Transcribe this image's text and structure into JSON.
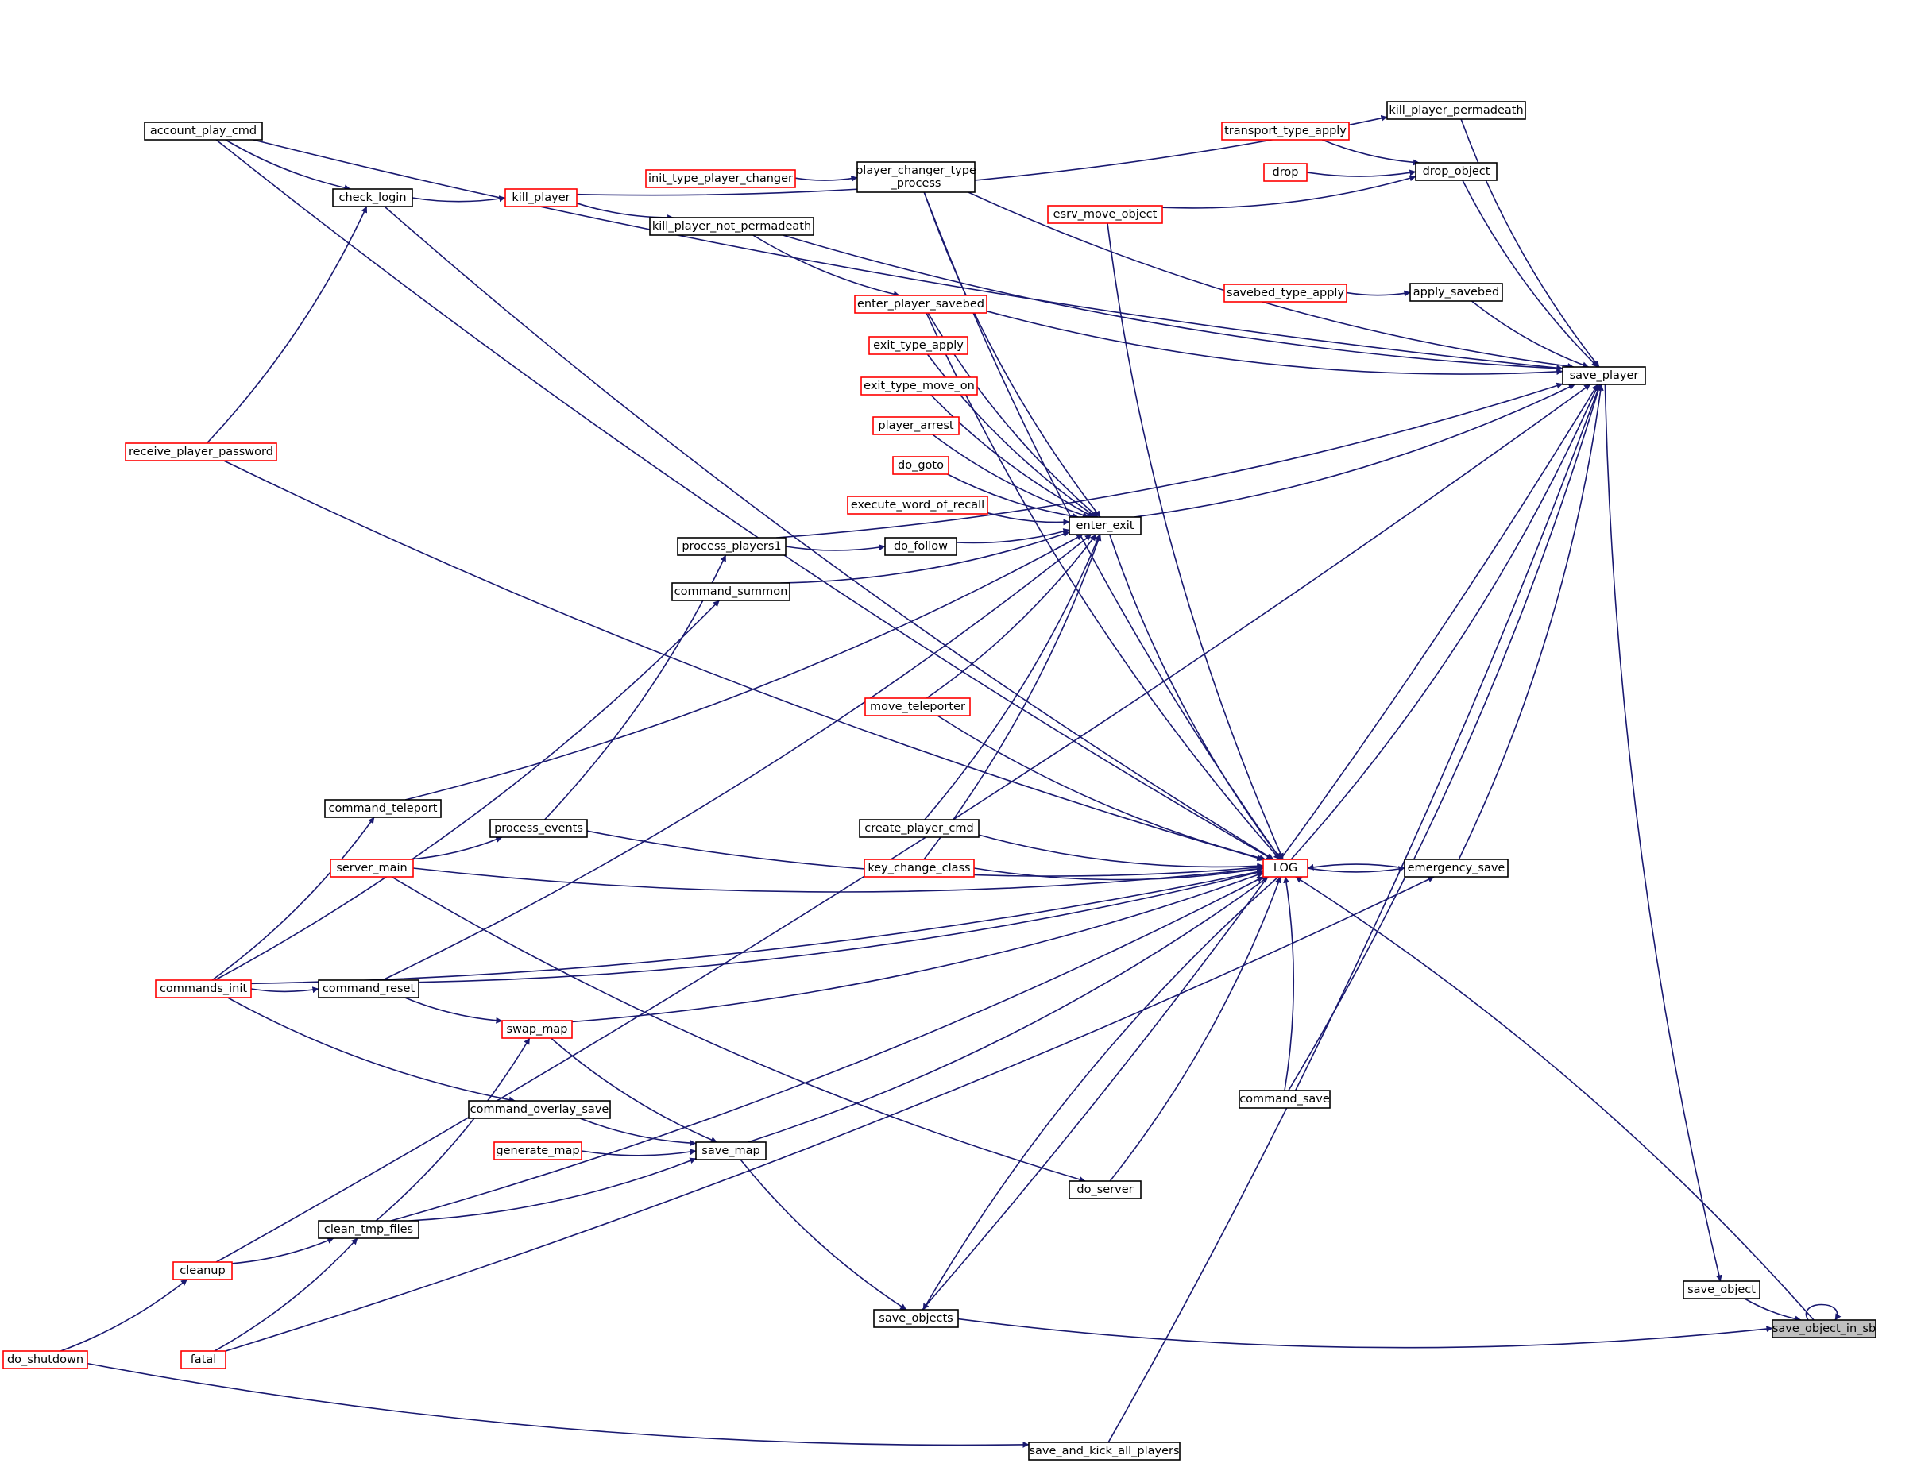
{
  "graph": {
    "focus": "save_object_in_sb",
    "edge_color": "#191970",
    "border_colors": {
      "normal": "#000000",
      "incomplete": "#ff0000"
    },
    "nodes": [
      {
        "id": "save_object_in_sb",
        "label": "save_object_in_sb",
        "style": "current"
      },
      {
        "id": "save_object",
        "label": "save_object",
        "style": "black"
      },
      {
        "id": "save_player",
        "label": "save_player",
        "style": "black"
      },
      {
        "id": "LOG",
        "label": "LOG",
        "style": "red"
      },
      {
        "id": "emergency_save",
        "label": "emergency_save",
        "style": "black"
      },
      {
        "id": "save_objects",
        "label": "save_objects",
        "style": "black"
      },
      {
        "id": "save_and_kick_all_players",
        "label": "save_and_kick_all_players",
        "style": "black"
      },
      {
        "id": "do_shutdown",
        "label": "do_shutdown",
        "style": "red"
      },
      {
        "id": "fatal",
        "label": "fatal",
        "style": "red"
      },
      {
        "id": "cleanup",
        "label": "cleanup",
        "style": "red"
      },
      {
        "id": "clean_tmp_files",
        "label": "clean_tmp_files",
        "style": "black"
      },
      {
        "id": "save_map",
        "label": "save_map",
        "style": "black"
      },
      {
        "id": "generate_map",
        "label": "generate_map",
        "style": "red"
      },
      {
        "id": "command_overlay_save",
        "label": "command_overlay_save",
        "style": "black"
      },
      {
        "id": "swap_map",
        "label": "swap_map",
        "style": "red"
      },
      {
        "id": "command_reset",
        "label": "command_reset",
        "style": "black"
      },
      {
        "id": "commands_init",
        "label": "commands_init",
        "style": "red"
      },
      {
        "id": "command_teleport",
        "label": "command_teleport",
        "style": "black"
      },
      {
        "id": "command_summon",
        "label": "command_summon",
        "style": "black"
      },
      {
        "id": "server_main",
        "label": "server_main",
        "style": "red"
      },
      {
        "id": "process_events",
        "label": "process_events",
        "style": "black"
      },
      {
        "id": "process_players1",
        "label": "process_players1",
        "style": "black"
      },
      {
        "id": "do_follow",
        "label": "do_follow",
        "style": "black"
      },
      {
        "id": "enter_exit",
        "label": "enter_exit",
        "style": "black"
      },
      {
        "id": "execute_word_of_recall",
        "label": "execute_word_of_recall",
        "style": "red"
      },
      {
        "id": "do_goto",
        "label": "do_goto",
        "style": "red"
      },
      {
        "id": "player_arrest",
        "label": "player_arrest",
        "style": "red"
      },
      {
        "id": "exit_type_move_on",
        "label": "exit_type_move_on",
        "style": "red"
      },
      {
        "id": "exit_type_apply",
        "label": "exit_type_apply",
        "style": "red"
      },
      {
        "id": "enter_player_savebed",
        "label": "enter_player_savebed",
        "style": "red"
      },
      {
        "id": "kill_player_not_permadeath",
        "label": "kill_player_not_permadeath",
        "style": "black"
      },
      {
        "id": "kill_player",
        "label": "kill_player",
        "style": "red"
      },
      {
        "id": "check_login",
        "label": "check_login",
        "style": "black"
      },
      {
        "id": "account_play_cmd",
        "label": "account_play_cmd",
        "style": "black"
      },
      {
        "id": "receive_player_password",
        "label": "receive_player_password",
        "style": "red"
      },
      {
        "id": "init_type_player_changer",
        "label": "init_type_player_changer",
        "style": "red"
      },
      {
        "id": "player_changer_type_process",
        "label": "player_changer_type\n_process",
        "style": "black"
      },
      {
        "id": "move_teleporter",
        "label": "move_teleporter",
        "style": "red"
      },
      {
        "id": "create_player_cmd",
        "label": "create_player_cmd",
        "style": "black"
      },
      {
        "id": "key_change_class",
        "label": "key_change_class",
        "style": "red"
      },
      {
        "id": "esrv_move_object",
        "label": "esrv_move_object",
        "style": "red"
      },
      {
        "id": "transport_type_apply",
        "label": "transport_type_apply",
        "style": "red"
      },
      {
        "id": "drop",
        "label": "drop",
        "style": "red"
      },
      {
        "id": "drop_object",
        "label": "drop_object",
        "style": "black"
      },
      {
        "id": "kill_player_permadeath",
        "label": "kill_player_permadeath",
        "style": "black"
      },
      {
        "id": "savebed_type_apply",
        "label": "savebed_type_apply",
        "style": "red"
      },
      {
        "id": "apply_savebed",
        "label": "apply_savebed",
        "style": "black"
      },
      {
        "id": "command_save",
        "label": "command_save",
        "style": "black"
      },
      {
        "id": "do_server",
        "label": "do_server",
        "style": "black"
      }
    ],
    "edges": [
      [
        "save_object",
        "save_object_in_sb"
      ],
      [
        "save_objects",
        "save_object_in_sb"
      ],
      [
        "save_object_in_sb",
        "save_object_in_sb"
      ],
      [
        "save_player",
        "save_object"
      ],
      [
        "save_map",
        "save_objects"
      ],
      [
        "LOG",
        "save_objects"
      ],
      [
        "do_shutdown",
        "save_and_kick_all_players"
      ],
      [
        "save_and_kick_all_players",
        "save_player"
      ],
      [
        "fatal",
        "clean_tmp_files"
      ],
      [
        "cleanup",
        "clean_tmp_files"
      ],
      [
        "do_shutdown",
        "cleanup"
      ],
      [
        "clean_tmp_files",
        "swap_map"
      ],
      [
        "clean_tmp_files",
        "save_map"
      ],
      [
        "generate_map",
        "save_map"
      ],
      [
        "command_overlay_save",
        "save_map"
      ],
      [
        "swap_map",
        "save_map"
      ],
      [
        "command_reset",
        "swap_map"
      ],
      [
        "commands_init",
        "command_reset"
      ],
      [
        "commands_init",
        "command_overlay_save"
      ],
      [
        "commands_init",
        "command_teleport"
      ],
      [
        "commands_init",
        "command_summon"
      ],
      [
        "server_main",
        "process_events"
      ],
      [
        "process_events",
        "process_players1"
      ],
      [
        "process_players1",
        "do_follow"
      ],
      [
        "do_follow",
        "enter_exit"
      ],
      [
        "command_teleport",
        "enter_exit"
      ],
      [
        "command_summon",
        "enter_exit"
      ],
      [
        "command_reset",
        "enter_exit"
      ],
      [
        "execute_word_of_recall",
        "enter_exit"
      ],
      [
        "do_goto",
        "enter_exit"
      ],
      [
        "player_arrest",
        "enter_exit"
      ],
      [
        "exit_type_move_on",
        "enter_exit"
      ],
      [
        "exit_type_apply",
        "enter_exit"
      ],
      [
        "enter_player_savebed",
        "enter_exit"
      ],
      [
        "move_teleporter",
        "enter_exit"
      ],
      [
        "create_player_cmd",
        "enter_exit"
      ],
      [
        "key_change_class",
        "enter_exit"
      ],
      [
        "player_changer_type_process",
        "enter_exit"
      ],
      [
        "enter_exit",
        "save_player"
      ],
      [
        "kill_player_not_permadeath",
        "enter_player_savebed"
      ],
      [
        "kill_player",
        "kill_player_not_permadeath"
      ],
      [
        "check_login",
        "kill_player"
      ],
      [
        "account_play_cmd",
        "check_login"
      ],
      [
        "receive_player_password",
        "check_login"
      ],
      [
        "init_type_player_changer",
        "player_changer_type_process"
      ],
      [
        "account_play_cmd",
        "save_player"
      ],
      [
        "kill_player",
        "kill_player_permadeath"
      ],
      [
        "kill_player_permadeath",
        "save_player"
      ],
      [
        "transport_type_apply",
        "drop_object"
      ],
      [
        "drop",
        "drop_object"
      ],
      [
        "esrv_move_object",
        "drop_object"
      ],
      [
        "drop_object",
        "save_player"
      ],
      [
        "player_changer_type_process",
        "save_player"
      ],
      [
        "kill_player_not_permadeath",
        "save_player"
      ],
      [
        "savebed_type_apply",
        "apply_savebed"
      ],
      [
        "apply_savebed",
        "save_player"
      ],
      [
        "enter_player_savebed",
        "save_player"
      ],
      [
        "process_players1",
        "save_player"
      ],
      [
        "LOG",
        "save_player"
      ],
      [
        "emergency_save",
        "save_player"
      ],
      [
        "command_save",
        "save_player"
      ],
      [
        "cleanup",
        "save_player"
      ],
      [
        "emergency_save",
        "LOG"
      ],
      [
        "LOG",
        "emergency_save"
      ],
      [
        "fatal",
        "emergency_save"
      ],
      [
        "command_reset",
        "LOG"
      ],
      [
        "swap_map",
        "LOG"
      ],
      [
        "save_map",
        "LOG"
      ],
      [
        "clean_tmp_files",
        "LOG"
      ],
      [
        "commands_init",
        "LOG"
      ],
      [
        "command_save",
        "LOG"
      ],
      [
        "do_server",
        "LOG"
      ],
      [
        "server_main",
        "do_server"
      ],
      [
        "server_main",
        "LOG"
      ],
      [
        "process_events",
        "LOG"
      ],
      [
        "key_change_class",
        "LOG"
      ],
      [
        "create_player_cmd",
        "LOG"
      ],
      [
        "move_teleporter",
        "LOG"
      ],
      [
        "receive_player_password",
        "LOG"
      ],
      [
        "check_login",
        "LOG"
      ],
      [
        "account_play_cmd",
        "LOG"
      ],
      [
        "enter_player_savebed",
        "LOG"
      ],
      [
        "player_changer_type_process",
        "LOG"
      ],
      [
        "esrv_move_object",
        "LOG"
      ],
      [
        "enter_exit",
        "LOG"
      ],
      [
        "save_object_in_sb",
        "LOG"
      ],
      [
        "save_objects",
        "save_player"
      ]
    ]
  }
}
